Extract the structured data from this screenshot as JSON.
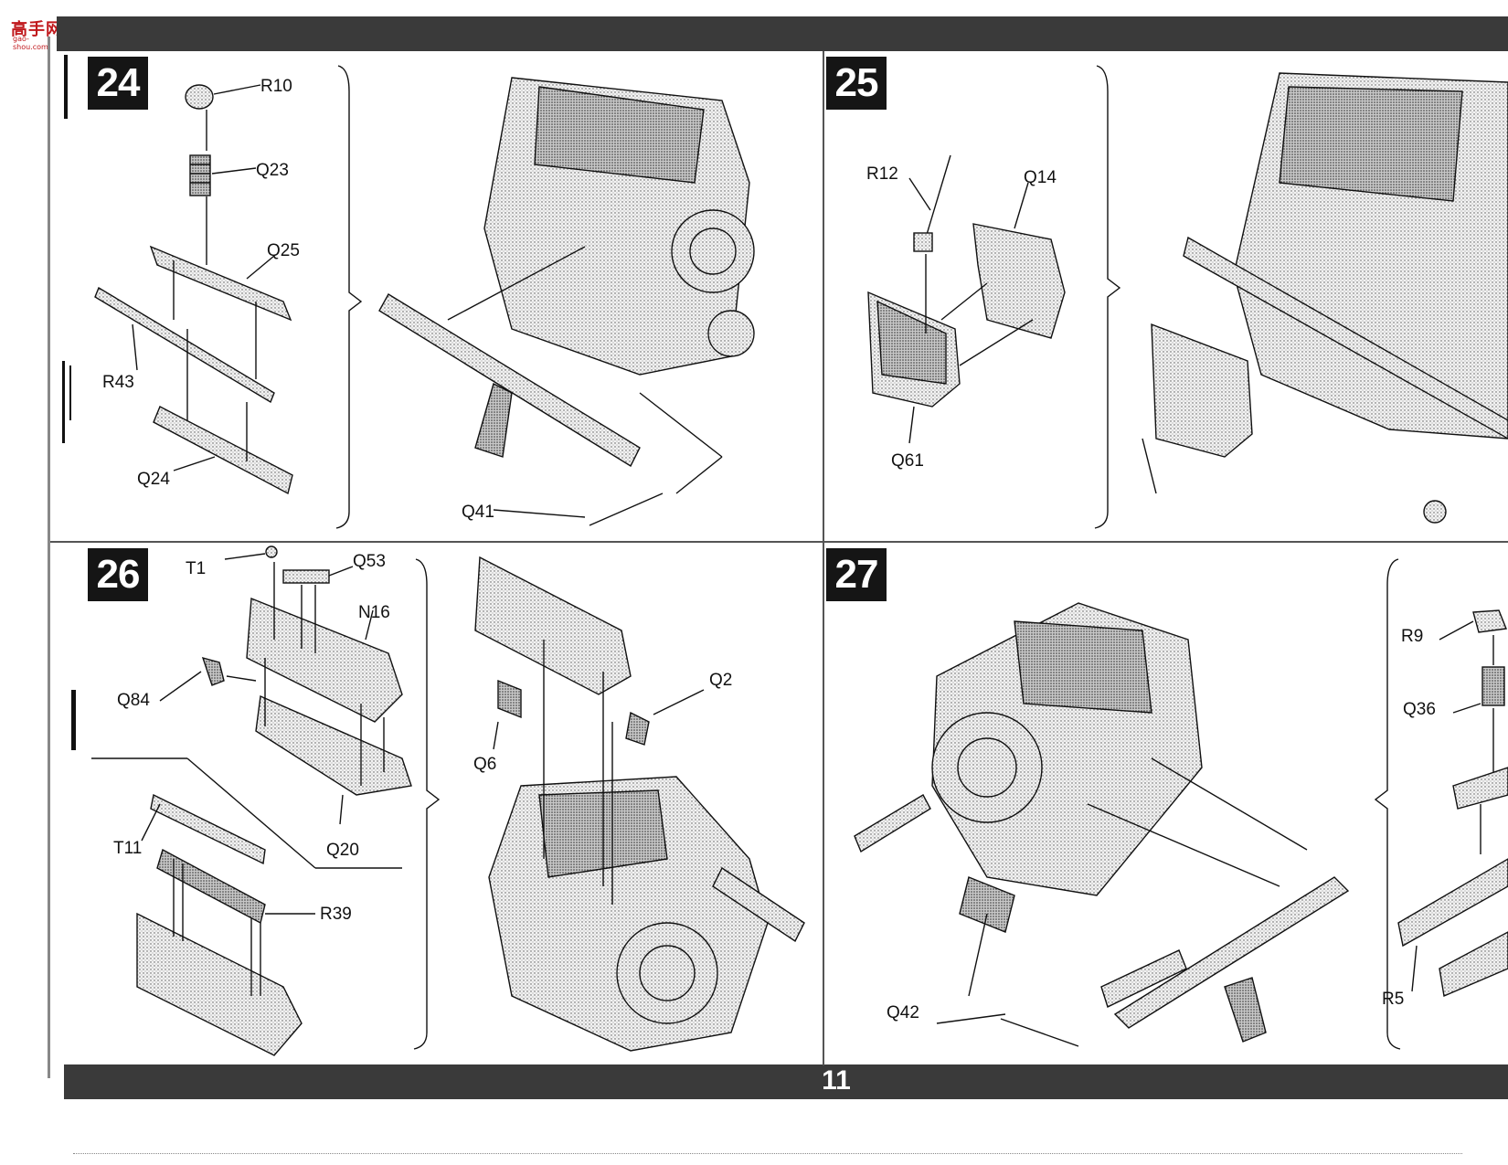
{
  "watermark": {
    "name": "高手网",
    "url": "gao-shou.com"
  },
  "page_number": "11",
  "steps": [
    {
      "number": "24",
      "parts": [
        "R10",
        "Q23",
        "Q25",
        "R43",
        "Q24",
        "Q41"
      ]
    },
    {
      "number": "25",
      "parts": [
        "R12",
        "Q14",
        "Q61"
      ]
    },
    {
      "number": "26",
      "parts": [
        "T1",
        "Q53",
        "N16",
        "Q84",
        "Q20",
        "Q2",
        "Q6",
        "T11",
        "R39"
      ]
    },
    {
      "number": "27",
      "parts": [
        "R9",
        "Q36",
        "Q42",
        "R5"
      ]
    }
  ]
}
